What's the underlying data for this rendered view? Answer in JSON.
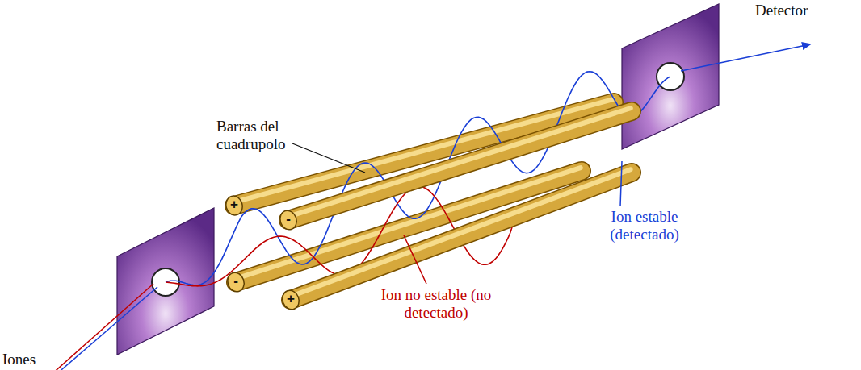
{
  "diagram": {
    "labels": [
      "Detector",
      "Barras del cuadrupolo",
      "+",
      "-",
      "-",
      "+",
      "Iones",
      "Ion no estable (no detectado)",
      "Ion estable (detectado)"
    ]
  }
}
